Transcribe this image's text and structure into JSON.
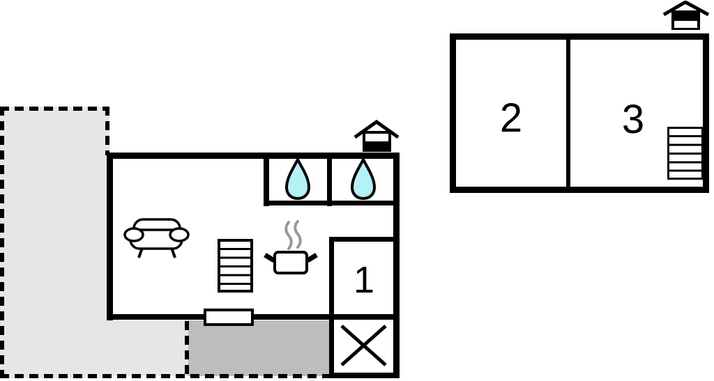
{
  "diagram": {
    "type": "floor-plan",
    "floors": [
      {
        "name": "ground-floor",
        "level_indicator": "house-icon-bottom-half-filled",
        "rooms": [
          {
            "label": "1"
          }
        ],
        "features": [
          "terrace-light-dashed",
          "terrace-dark",
          "sofa",
          "stairs-6-treads",
          "cooking-pot-with-steam",
          "water-drop-compartment",
          "water-drop-compartment",
          "window-opening",
          "entrance-cross-box"
        ]
      },
      {
        "name": "upper-floor",
        "level_indicator": "house-icon-top-half-filled",
        "rooms": [
          {
            "label": "2"
          },
          {
            "label": "3"
          }
        ],
        "features": [
          "stairs-6-treads"
        ]
      }
    ]
  },
  "labels": {
    "room1": "1",
    "room2": "2",
    "room3": "3"
  },
  "colors": {
    "wall": "#000000",
    "water_drop_fill": "#b3f2f5",
    "steam": "#999999",
    "terrace_light": "#e6e6e6",
    "terrace_dark": "#bdbdbd",
    "background": "#ffffff"
  },
  "stairs": {
    "ground_floor_treads": 6,
    "upper_floor_treads": 6
  }
}
